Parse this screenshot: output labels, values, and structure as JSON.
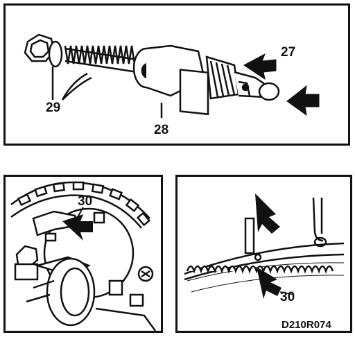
{
  "callouts": {
    "top": {
      "c27": "27",
      "c28": "28",
      "c29": "29"
    },
    "bottom_left": {
      "c30": "30"
    },
    "bottom_right": {
      "c30": "30"
    }
  },
  "figure_code": "D210R074",
  "colors": {
    "ink": "#111111",
    "paper": "#ffffff"
  }
}
